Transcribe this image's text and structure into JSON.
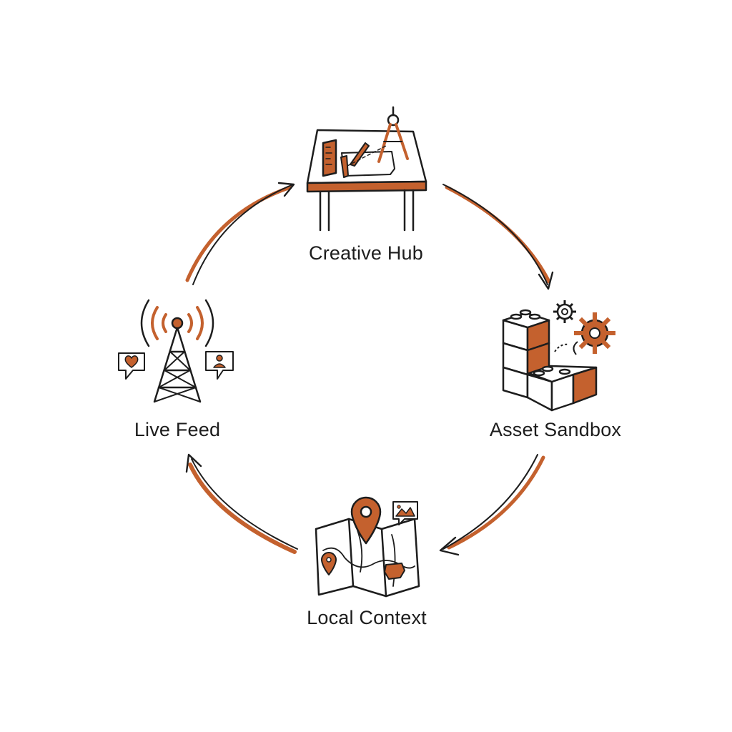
{
  "colors": {
    "accent": "#c4612e",
    "ink": "#1d1d1d",
    "background": "#ffffff"
  },
  "nodes": [
    {
      "id": "creative-hub",
      "label": "Creative Hub",
      "icon": "drafting-table-icon"
    },
    {
      "id": "asset-sandbox",
      "label": "Asset Sandbox",
      "icon": "building-blocks-gears-icon"
    },
    {
      "id": "local-context",
      "label": "Local Context",
      "icon": "map-pin-icon"
    },
    {
      "id": "live-feed",
      "label": "Live Feed",
      "icon": "broadcast-tower-icon"
    }
  ],
  "cycle": {
    "direction": "clockwise",
    "arrows": [
      {
        "from": "creative-hub",
        "to": "asset-sandbox"
      },
      {
        "from": "asset-sandbox",
        "to": "local-context"
      },
      {
        "from": "local-context",
        "to": "live-feed"
      },
      {
        "from": "live-feed",
        "to": "creative-hub"
      }
    ]
  }
}
